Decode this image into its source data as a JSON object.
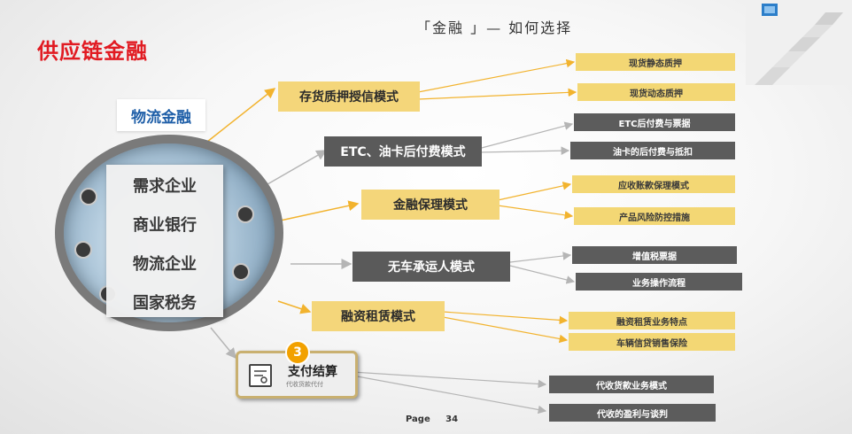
{
  "slide": {
    "title": "供应链金融",
    "header": "「金融 」— 如何选择",
    "page_label": "Page",
    "page_number": "34"
  },
  "center": {
    "logistics_label": "物流金融",
    "entities": [
      "需求企业",
      "商业银行",
      "物流企业",
      "国家税务"
    ]
  },
  "modes": [
    {
      "label": "存货质押授信模式",
      "style": "yellow",
      "subs": [
        {
          "label": "现货静态质押",
          "style": "yellow"
        },
        {
          "label": "现货动态质押",
          "style": "yellow"
        }
      ]
    },
    {
      "label": "ETC、油卡后付费模式",
      "style": "gray",
      "subs": [
        {
          "label": "ETC后付费与票据",
          "style": "gray"
        },
        {
          "label": "油卡的后付费与抵扣",
          "style": "gray"
        }
      ]
    },
    {
      "label": "金融保理模式",
      "style": "yellow",
      "subs": [
        {
          "label": "应收账款保理模式",
          "style": "yellow"
        },
        {
          "label": "产品风险防控措施",
          "style": "yellow"
        }
      ]
    },
    {
      "label": "无车承运人模式",
      "style": "gray",
      "subs": [
        {
          "label": "增值税票据",
          "style": "gray"
        },
        {
          "label": "业务操作流程",
          "style": "gray"
        }
      ]
    },
    {
      "label": "融资租赁模式",
      "style": "yellow",
      "subs": [
        {
          "label": "融资租赁业务特点",
          "style": "yellow"
        },
        {
          "label": "车辆信贷销售保险",
          "style": "yellow"
        }
      ]
    }
  ],
  "payment": {
    "badge": "3",
    "title": "支付结算",
    "subtitle": "代收货款代付",
    "subs": [
      {
        "label": "代收货款业务模式",
        "style": "gray"
      },
      {
        "label": "代收的盈利与谈判",
        "style": "gray"
      }
    ]
  },
  "colors": {
    "title_red": "#e11b22",
    "yellow": "#f4d67a",
    "gray": "#5a5a5a",
    "arrow_yellow": "#f2b32e",
    "arrow_gray": "#b5b5b5"
  }
}
